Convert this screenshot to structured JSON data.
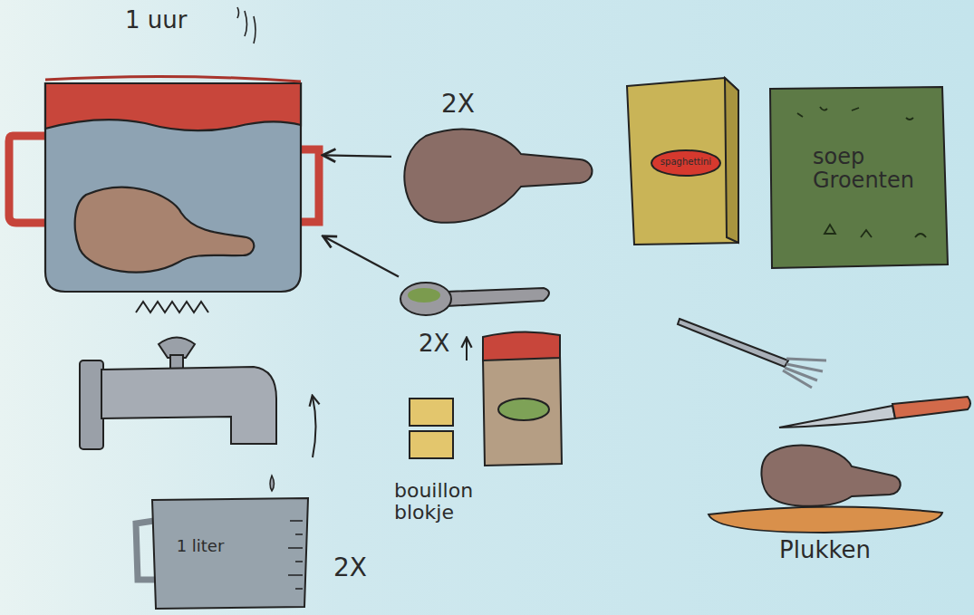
{
  "diagram": {
    "nodes": [
      {
        "text": [
          "1 uur"
        ]
      },
      {
        "text": [
          "2X"
        ]
      },
      {
        "text": [
          "spaghettini"
        ]
      },
      {
        "text": [
          "soep Groenten"
        ]
      },
      {
        "text": [
          "2X"
        ]
      },
      {
        "text": [
          "bouillon blokje"
        ]
      },
      {
        "text": [
          "1 liter"
        ]
      },
      {
        "text": [
          "Plukken"
        ]
      }
    ],
    "edges": [
      {
        "from": 1,
        "to": 0,
        "arrow": "to"
      },
      {
        "from": 4,
        "to": 0,
        "arrow": "to"
      }
    ],
    "labels": [
      "2X"
    ]
  }
}
